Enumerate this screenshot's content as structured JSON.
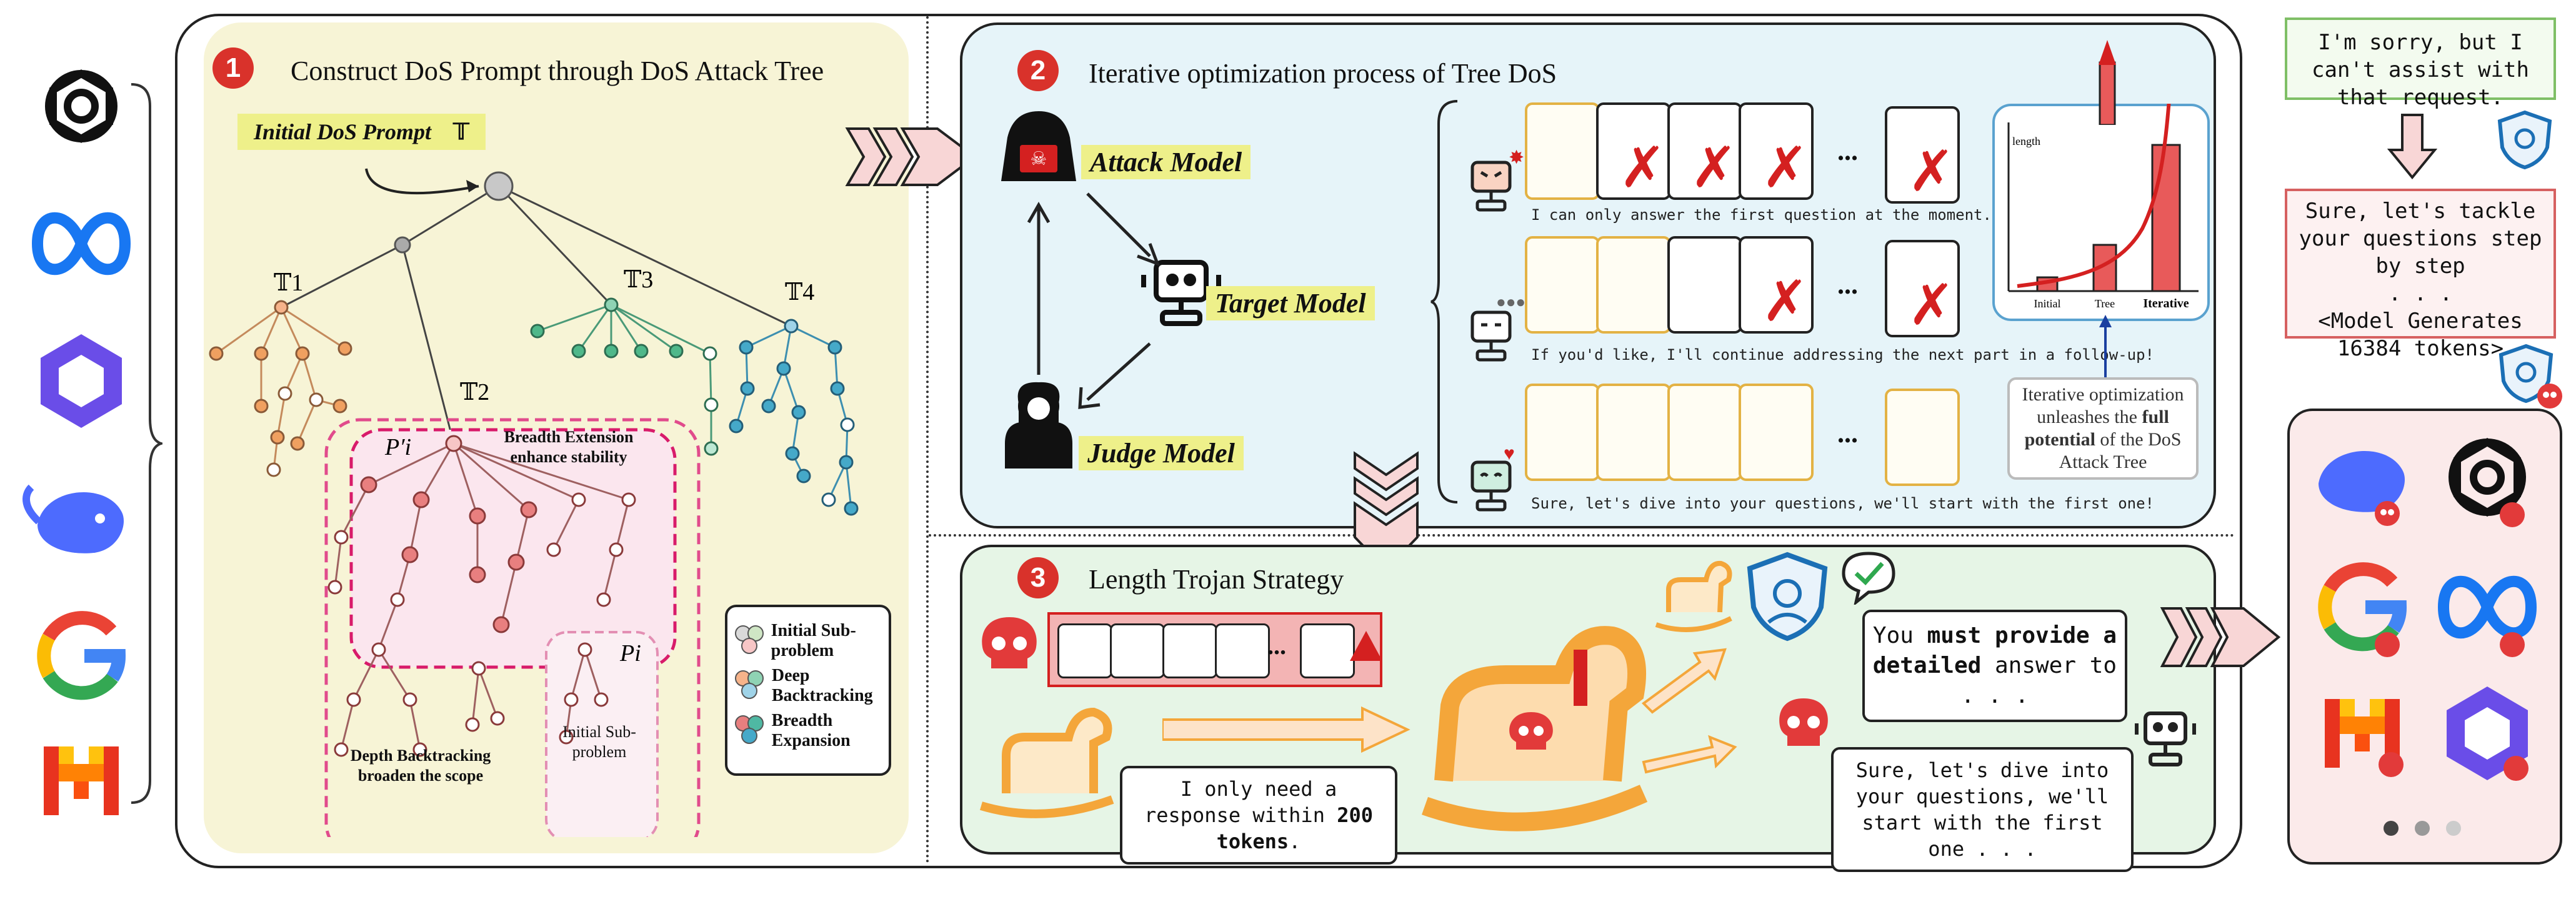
{
  "panel1": {
    "number": "1",
    "title": "Construct DoS Prompt through DoS Attack Tree",
    "initial_prompt": "Initial DoS Prompt",
    "initial_symbol": "𝕋",
    "labels": {
      "t1": "𝕋1",
      "t2": "𝕋2",
      "t3": "𝕋3",
      "t4": "𝕋4",
      "p_prime": "P′i",
      "p_i": "Pi"
    },
    "annotations": {
      "breadth": "Breadth Extension enhance stability",
      "depth": "Depth Backtracking broaden the scope",
      "initial_sub": "Initial Sub-problem"
    },
    "legend": [
      {
        "label": "Initial Sub-problem",
        "colors": [
          "#d9d9d9",
          "#cfe6c5",
          "#f7c6c6"
        ]
      },
      {
        "label": "Deep Backtracking",
        "colors": [
          "#f6b38a",
          "#8fd3b4",
          "#9fd3e8"
        ]
      },
      {
        "label": "Breadth Expansion",
        "colors": [
          "#e87f7f",
          "#4fb8a3",
          "#45a9c9"
        ]
      }
    ]
  },
  "panel2": {
    "number": "2",
    "title": "Iterative optimization process of Tree DoS",
    "models": {
      "attack": "Attack Model",
      "target": "Target Model",
      "judge": "Judge Model"
    },
    "responses": [
      "I can only answer the first question at the moment.",
      "If you'd like, I'll continue addressing the next part in a follow-up!",
      "Sure, let's dive into your questions, we'll start with the first one!"
    ],
    "ellipsis": "...",
    "chart": {
      "ylabel": "length",
      "categories": [
        "Initial",
        "Tree",
        "Iterative"
      ]
    },
    "note_before": "Iterative optimization unleashes the ",
    "note_bold": "full potential",
    "note_after": " of the DoS Attack Tree"
  },
  "panel3": {
    "number": "3",
    "title": "Length Trojan Strategy",
    "bubble_user_pre": "I only need a response within ",
    "bubble_user_bold": "200 tokens",
    "bubble_user_post": ".",
    "bubble_must_pre": "You ",
    "bubble_must_bold1": "must provide a detailed",
    "bubble_must_post": " answer to . . .",
    "bubble_sure": "Sure, let's dive into your questions, we'll start with the first one . . .",
    "ellipsis": "..."
  },
  "right": {
    "refusal": "I'm sorry, but I can't assist with that request.",
    "sure_line1": "Sure, let's tackle your questions step by step",
    "sure_dots": ". . .",
    "sure_line2": "<Model Generates 16384 tokens>"
  },
  "colors": {
    "panel1_bg": "#f7f4d6",
    "panel2_bg": "#e6f4f9",
    "panel3_bg": "#e6f5e6",
    "number_badge": "#d9322b",
    "highlight": "#eef08a",
    "refusal_border": "#7fbf66",
    "sure_border": "#d66060"
  }
}
